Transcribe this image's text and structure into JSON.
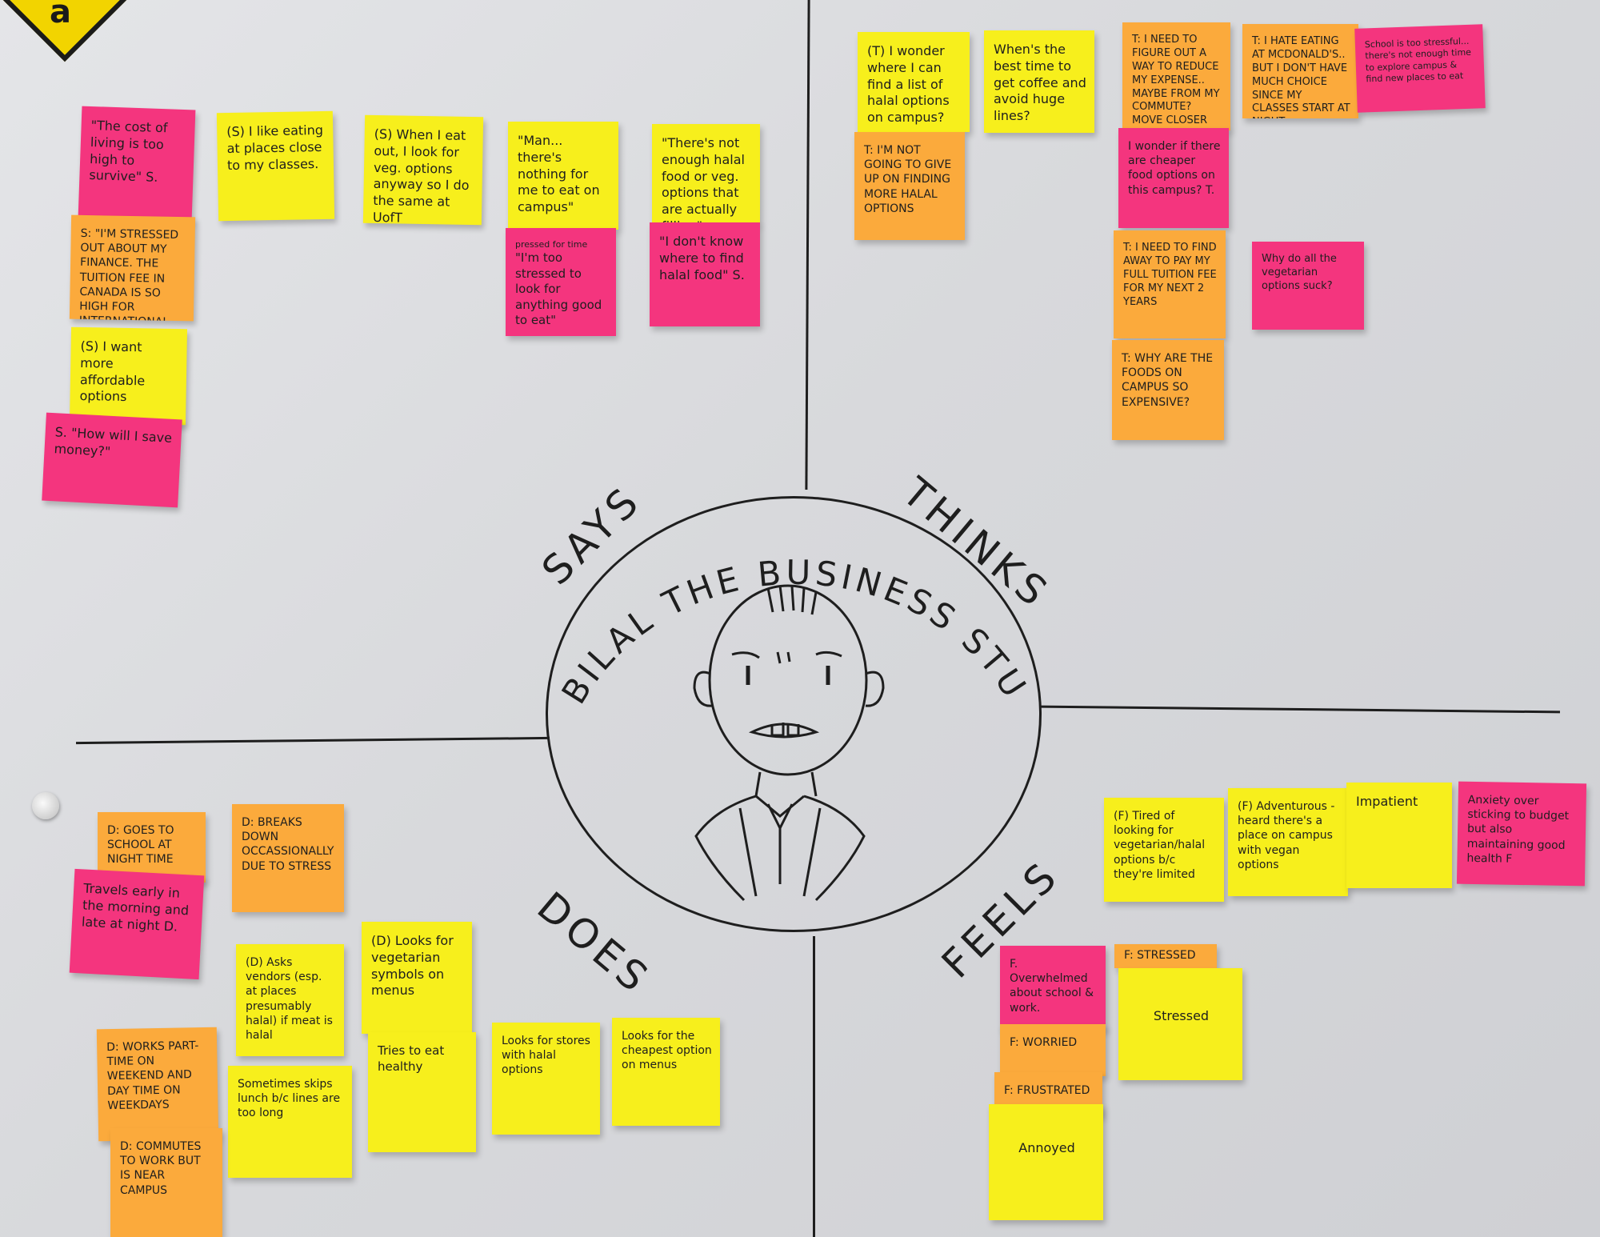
{
  "center": {
    "title": "BILAL THE BUSINESS STUDENT",
    "quadrants": {
      "says": "SAYS",
      "thinks": "THINKS",
      "does": "DOES",
      "feels": "FEELS"
    }
  },
  "sign_letter": "a",
  "colors": {
    "pink": "#f4357e",
    "yellow": "#f7ef1c",
    "orange": "#fbaa3c"
  },
  "says_notes": [
    "\"The cost of living is too high to survive\" S.",
    "(S) I like eating at places close to my classes.",
    "(S) When I eat out, I look for veg. options anyway so I do the same at UofT",
    "\"Man... there's nothing for me to eat on campus\"",
    "\"There's not enough halal food or veg. options that are actually filling\"",
    "S: \"I'M STRESSED OUT ABOUT MY FINANCE. THE TUITION FEE IN CANADA IS SO HIGH FOR INTERNATIONAL STUDENTS.\"",
    "pressed for time",
    "\"I'm too stressed to look for anything good to eat\"",
    "\"I don't know where to find halal food\" S.",
    "(S) I want more affordable options",
    "S. \"How will I save money?\""
  ],
  "thinks_notes": [
    "(T) I wonder where I can find a list of halal options on campus?",
    "When's the best time to get coffee and avoid huge lines?",
    "T: I NEED TO FIGURE OUT A WAY TO REDUCE MY EXPENSE.. MAYBE FROM MY COMMUTE? MOVE CLOSER TO CAMPUS",
    "T: I HATE EATING AT MCDONALD'S.. BUT I DON'T HAVE MUCH CHOICE SINCE MY CLASSES START AT NIGHT.",
    "School is too stressful... there's not enough time to explore campus & find new places to eat",
    "T: I'M NOT GOING TO GIVE UP ON FINDING MORE HALAL OPTIONS",
    "I wonder if there are cheaper food options on this campus? T.",
    "T: I NEED TO FIND AWAY TO PAY MY FULL TUITION FEE FOR MY NEXT 2 YEARS",
    "Why do all the vegetarian options suck?",
    "T: WHY ARE THE FOODS ON CAMPUS SO EXPENSIVE?"
  ],
  "does_notes": [
    "D: GOES TO SCHOOL AT NIGHT TIME",
    "D: BREAKS DOWN OCCASSIONALLY DUE TO STRESS",
    "Travels early in the morning and late at night D.",
    "(D) Asks vendors (esp. at places presumably halal) if meat is halal",
    "(D) Looks for vegetarian symbols on menus",
    "D: WORKS PART-TIME ON WEEKEND AND DAY TIME ON WEEKDAYS",
    "Sometimes skips lunch b/c lines are too long",
    "Tries to eat healthy",
    "Looks for stores with halal options",
    "Looks for the cheapest option on menus",
    "D: COMMUTES TO WORK BUT IS NEAR CAMPUS"
  ],
  "feels_notes": [
    "(F) Tired of looking for vegetarian/halal options b/c they're limited",
    "(F) Adventurous - heard there's a place on campus with vegan options",
    "Impatient",
    "Anxiety over sticking to budget but also maintaining good health F",
    "F. Overwhelmed about school & work.",
    "F: STRESSED",
    "Stressed",
    "F: WORRIED",
    "F: FRUSTRATED",
    "Annoyed"
  ]
}
